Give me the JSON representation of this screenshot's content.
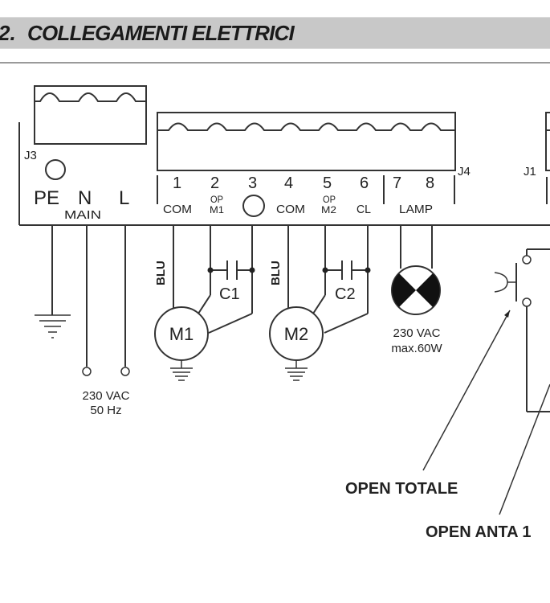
{
  "header": {
    "section_number": "2.",
    "title": "COLLEGAMENTI ELETTRICI"
  },
  "connectors": {
    "j3": {
      "name": "J3",
      "terminals": [
        "PE",
        "N",
        "L"
      ],
      "group_label": "MAIN"
    },
    "j4": {
      "name": "J4",
      "terminals": [
        {
          "number": "1",
          "label": "COM"
        },
        {
          "number": "2",
          "label_top": "OP",
          "label_bottom": "M1"
        },
        {
          "number": "3",
          "label": ""
        },
        {
          "number": "4",
          "label": "COM"
        },
        {
          "number": "5",
          "label_top": "OP",
          "label_bottom": "M2"
        },
        {
          "number": "6",
          "label": "CL"
        },
        {
          "number": "7",
          "label": ""
        },
        {
          "number": "8",
          "label": ""
        }
      ],
      "lamp_label": "LAMP"
    },
    "j1": {
      "name": "J1"
    }
  },
  "components": {
    "motor1": "M1",
    "motor2": "M2",
    "capacitor1": "C1",
    "capacitor2": "C2",
    "wire_color_1": "BLU",
    "wire_color_2": "BLU",
    "lamp_voltage": "230 VAC",
    "lamp_power": "max.60W",
    "mains_voltage": "230 VAC",
    "mains_frequency": "50 Hz"
  },
  "callouts": {
    "open_totale": "OPEN TOTALE",
    "open_anta": "OPEN ANTA 1"
  },
  "colors": {
    "header_band": "#c8c8c8",
    "line": "#333333"
  }
}
